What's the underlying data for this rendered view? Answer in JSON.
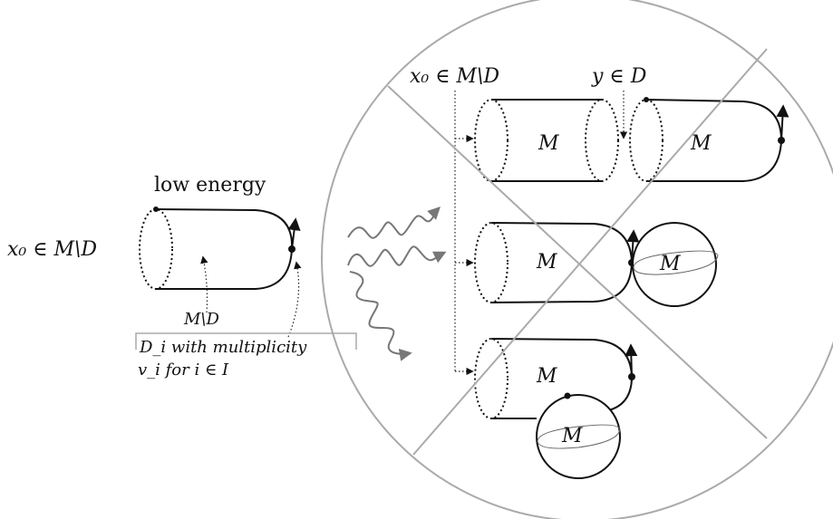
{
  "left": {
    "title": "low energy",
    "point_label": "x₀ ∈ M\\D",
    "interior_label": "M\\D",
    "callout_line1": "D_i with multiplicity",
    "callout_line2": "v_i for i ∈ I"
  },
  "right": {
    "top_x0_label": "x₀ ∈ M\\D",
    "top_y_label": "y ∈ D",
    "cylinder_labels": [
      "M",
      "M",
      "M",
      "M"
    ],
    "bubble_labels": [
      "M",
      "M"
    ]
  },
  "colors": {
    "ink": "#111111",
    "circle_grey": "#aaaaaa",
    "arrow_grey": "#777777"
  }
}
